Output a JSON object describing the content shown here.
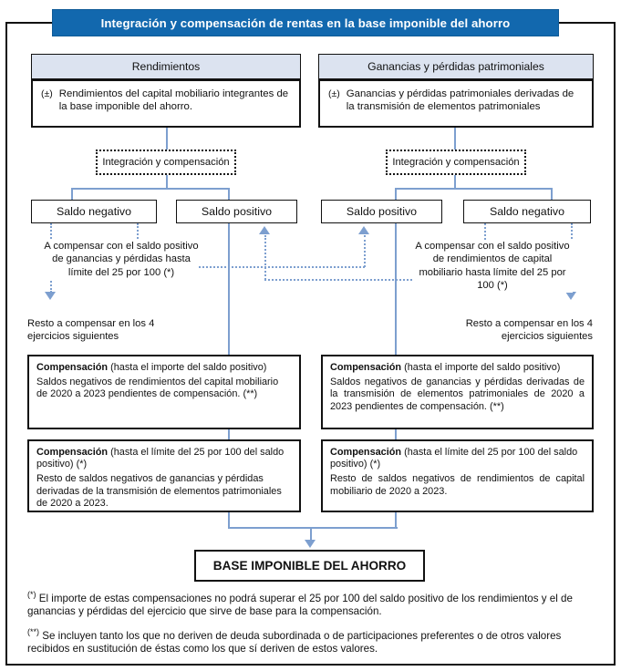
{
  "title": "Integración y compensación de rentas en la base imponible del ahorro",
  "columns": [
    {
      "header": "Rendimientos",
      "bullet_symbol": "(±)",
      "bullet_text": "Rendimientos del capital mobiliario integrantes de la base imponible del ahorro.",
      "integration_label": "Integración y compensación",
      "saldo_left": "Saldo negativo",
      "saldo_right": "Saldo positivo",
      "compensation_note": "A compensar con el saldo positivo de ganancias y pérdidas hasta límite del 25 por 100 (*)",
      "resto_note": "Resto a compensar en los 4 ejercicios siguientes",
      "comp_box_1": {
        "bold": "Compensación",
        "head_rest": " (hasta el importe del saldo positivo)",
        "body": "Saldos negativos de rendimientos del capital mobiliario de 2020 a 2023 pendientes de compensación. (**)"
      },
      "comp_box_2": {
        "bold": "Compensación",
        "head_rest": " (hasta el límite del 25 por 100 del saldo positivo) (*)",
        "body": "Resto de saldos negativos de ganancias y pérdidas derivadas de la transmisión de elementos patrimoniales de 2020 a 2023."
      }
    },
    {
      "header": "Ganancias y pérdidas patrimoniales",
      "bullet_symbol": "(±)",
      "bullet_text": "Ganancias y pérdidas patrimoniales derivadas de la transmisión de elementos patrimoniales",
      "integration_label": "Integración y compensación",
      "saldo_left": "Saldo positivo",
      "saldo_right": "Saldo negativo",
      "compensation_note": "A compensar con el saldo positivo de rendimientos de capital mobiliario hasta límite del 25 por 100 (*)",
      "resto_note": "Resto a compensar en los 4 ejercicios siguientes",
      "comp_box_1": {
        "bold": "Compensación",
        "head_rest": " (hasta el importe del saldo positivo)",
        "body": "Saldos negativos de ganancias y pérdidas derivadas de la transmisión de elementos patrimoniales de 2020 a 2023 pendientes de compensación. (**)"
      },
      "comp_box_2": {
        "bold": "Compensación",
        "head_rest": " (hasta el límite del 25 por 100 del saldo positivo) (*)",
        "body": "Resto de saldos negativos de rendimientos de capital mobiliario de 2020 a 2023."
      }
    }
  ],
  "result_box": "BASE IMPONIBLE DEL AHORRO",
  "footnotes": [
    {
      "marker": "(*)",
      "text": "El importe de estas compensaciones no podrá superar el 25 por 100 del saldo positivo de los rendimientos y el de ganancias y pérdidas del ejercicio que sirve de base para la compensación."
    },
    {
      "marker": "(**)",
      "text": "Se incluyen tanto los que no deriven de deuda subordinada o de participaciones preferentes o de otros valores recibidos en sustitución de éstas como los que sí deriven de estos valores."
    }
  ],
  "colors": {
    "banner_blue": "#1268ae",
    "header_fill": "#dce3f0",
    "connector_blue": "#7d9fcf",
    "outline_black": "#111111"
  }
}
